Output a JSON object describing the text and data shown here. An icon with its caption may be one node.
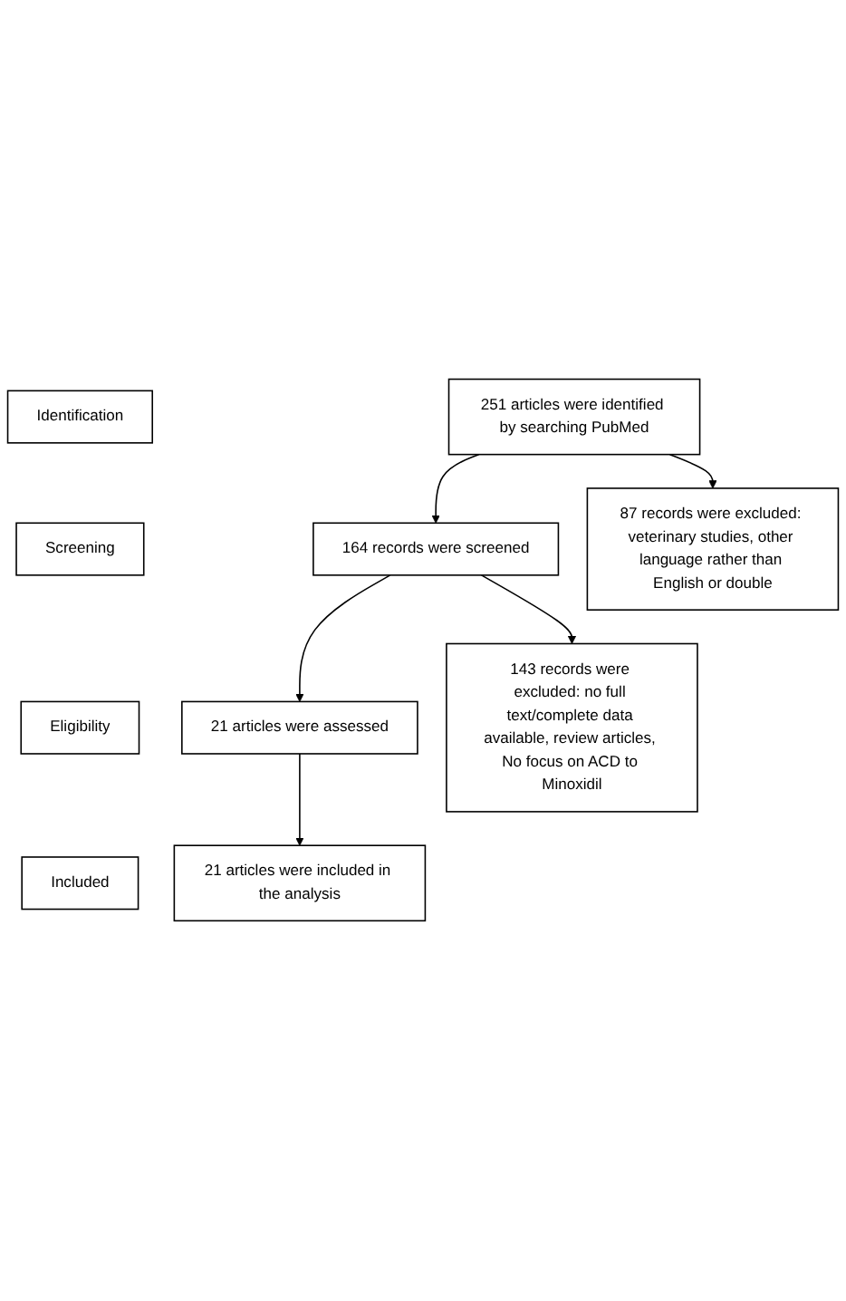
{
  "diagram": {
    "nodes": [
      {
        "text": [
          "Identification"
        ]
      },
      {
        "text": [
          "251 articles were identified by searching PubMed"
        ]
      },
      {
        "text": [
          "87 records were excluded: veterinary studies, other language rather than English or double"
        ]
      },
      {
        "text": [
          "Screening"
        ]
      },
      {
        "text": [
          "164 records were screened"
        ]
      },
      {
        "text": [
          "143 records were excluded: no full text/complete data available, review articles, No focus on ACD to Minoxidil"
        ]
      },
      {
        "text": [
          "Eligibility"
        ]
      },
      {
        "text": [
          "21 articles were assessed"
        ]
      },
      {
        "text": [
          "Included"
        ]
      },
      {
        "text": [
          "21 articles were included in the analysis"
        ]
      }
    ],
    "edges": [
      {
        "from": 1,
        "to": 4,
        "arrow": "to"
      },
      {
        "from": 1,
        "to": 2,
        "arrow": "to"
      },
      {
        "from": 4,
        "to": 7,
        "arrow": "to"
      },
      {
        "from": 4,
        "to": 5,
        "arrow": "to"
      },
      {
        "from": 7,
        "to": 9,
        "arrow": "to"
      }
    ]
  }
}
